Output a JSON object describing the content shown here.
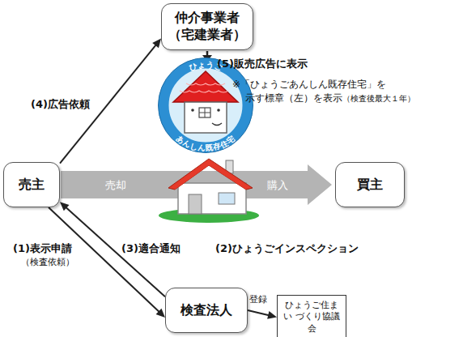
{
  "diagram": {
    "nodes": [
      {
        "text": [
          "仲介事業者 （宅建業者）"
        ]
      },
      {
        "text": [
          "売主"
        ]
      },
      {
        "text": [
          "買主"
        ]
      },
      {
        "text": [
          "検査法人"
        ]
      },
      {
        "text": [
          "ひょうご住まい づくり協議会"
        ]
      }
    ],
    "edges": [
      {
        "from": 1,
        "to": 0,
        "label": "(4)広告依頼",
        "arrow": "to"
      },
      {
        "from": 1,
        "to": 3,
        "label": "(1)表示申請",
        "arrow": "to"
      },
      {
        "from": 3,
        "to": 1,
        "label": "(3)適合通知",
        "arrow": "to"
      },
      {
        "from": 3,
        "to": 4,
        "label": "登録",
        "arrow": "to"
      },
      {
        "from": 1,
        "to": 2,
        "label": "売却",
        "arrow": "to"
      }
    ],
    "labels": [
      "(5)販売広告に表示",
      "ひょうご",
      "あんしん既存住宅",
      "※「ひょうごあんしん既存住宅」を",
      "示す標章（左）を表示",
      "（検査後最大１年）",
      "購入",
      "（検査依頼）",
      "(2)ひょうごインスペクション"
    ]
  }
}
